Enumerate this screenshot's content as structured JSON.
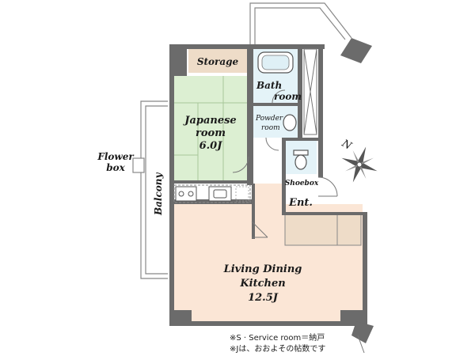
{
  "rooms": {
    "storage": "Storage",
    "bath_line1": "Bath",
    "bath_line2": "room",
    "japanese_line1": "Japanese",
    "japanese_line2": "room",
    "japanese_size": "6.0J",
    "powder_line1": "Powder",
    "powder_line2": "room",
    "shoebox": "Shoebox",
    "entrance": "Ent.",
    "balcony": "Balcony",
    "flower_line1": "Flower",
    "flower_line2": "box",
    "ldk_line1": "Living Dining",
    "ldk_line2": "Kitchen",
    "ldk_size": "12.5J"
  },
  "compass": {
    "letter": "N"
  },
  "notes": {
    "line1": "※S · Service room＝納戸",
    "line2": "※Jは、おおよその帖数です"
  },
  "colors": {
    "japanese_room": "#dcefd2",
    "ldk_floor": "#fbe6d6",
    "storage": "#eedcc8",
    "wet_area": "#e4f3f8",
    "wall": "#6b6b6b",
    "shoebox_cabinet": "#eedcc8"
  }
}
